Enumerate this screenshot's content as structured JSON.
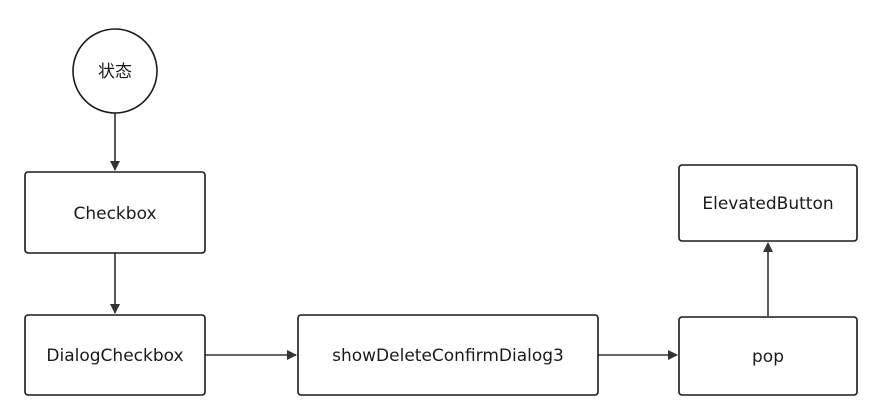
{
  "diagram": {
    "nodes": [
      {
        "id": "state",
        "label": "状态"
      },
      {
        "id": "checkbox",
        "label": "Checkbox"
      },
      {
        "id": "dialog_checkbox",
        "label": "DialogCheckbox"
      },
      {
        "id": "show_delete",
        "label": "showDeleteConfirmDialog3"
      },
      {
        "id": "pop",
        "label": "pop"
      },
      {
        "id": "elevated_button",
        "label": "ElevatedButton"
      }
    ],
    "edges": [
      {
        "from": "state",
        "to": "checkbox"
      },
      {
        "from": "checkbox",
        "to": "dialog_checkbox"
      },
      {
        "from": "dialog_checkbox",
        "to": "show_delete"
      },
      {
        "from": "show_delete",
        "to": "pop"
      },
      {
        "from": "pop",
        "to": "elevated_button"
      }
    ]
  }
}
